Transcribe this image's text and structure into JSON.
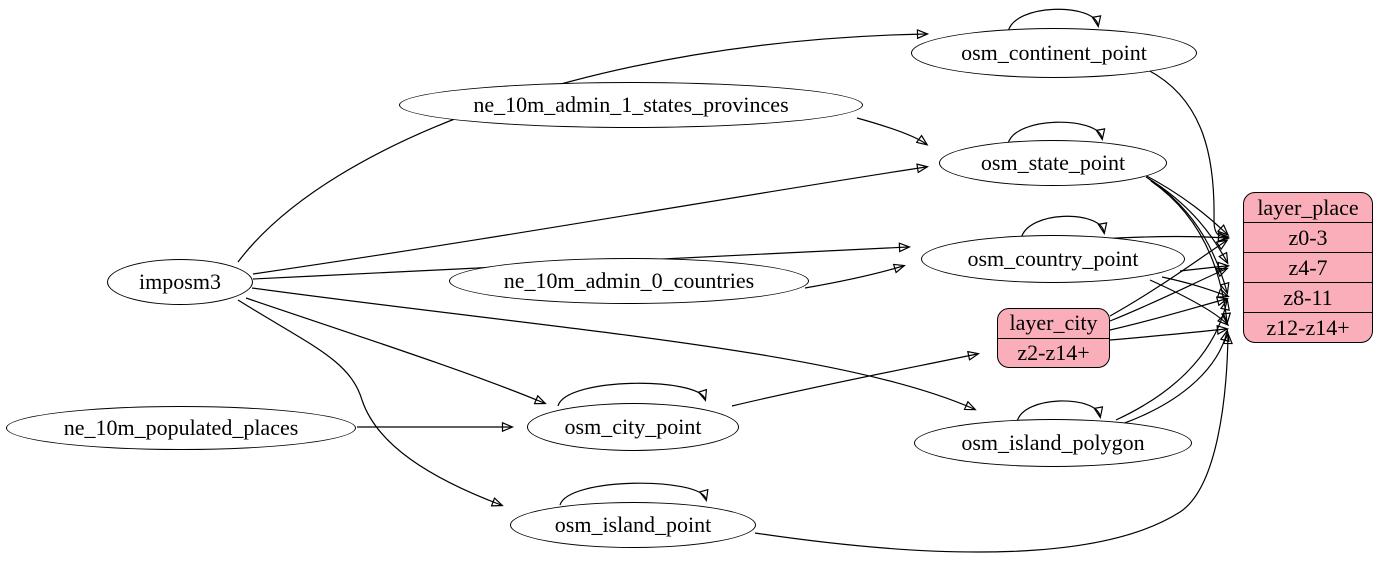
{
  "diagram": {
    "kind": "etl-mapping-graph",
    "colors": {
      "background": "#ffffff",
      "node_fill": "#ffffff",
      "node_stroke": "#000000",
      "record_fill": "#f9aeb9",
      "edge": "#000000"
    },
    "nodes": {
      "imposm3": {
        "label": "imposm3",
        "shape": "ellipse"
      },
      "ne_10m_admin_1_states_provinces": {
        "label": "ne_10m_admin_1_states_provinces",
        "shape": "ellipse"
      },
      "ne_10m_admin_0_countries": {
        "label": "ne_10m_admin_0_countries",
        "shape": "ellipse"
      },
      "ne_10m_populated_places": {
        "label": "ne_10m_populated_places",
        "shape": "ellipse"
      },
      "osm_continent_point": {
        "label": "osm_continent_point",
        "shape": "ellipse",
        "self_loop": true
      },
      "osm_state_point": {
        "label": "osm_state_point",
        "shape": "ellipse",
        "self_loop": true
      },
      "osm_country_point": {
        "label": "osm_country_point",
        "shape": "ellipse",
        "self_loop": true
      },
      "osm_city_point": {
        "label": "osm_city_point",
        "shape": "ellipse",
        "self_loop": true
      },
      "osm_island_polygon": {
        "label": "osm_island_polygon",
        "shape": "ellipse",
        "self_loop": true
      },
      "osm_island_point": {
        "label": "osm_island_point",
        "shape": "ellipse",
        "self_loop": true
      },
      "layer_city": {
        "label": "layer_city",
        "shape": "record",
        "rows": [
          "z2-z14+"
        ]
      },
      "layer_place": {
        "label": "layer_place",
        "shape": "record",
        "rows": [
          "z0-3",
          "z4-7",
          "z8-11",
          "z12-z14+"
        ]
      }
    },
    "edges": [
      {
        "from": "imposm3",
        "to": "osm_continent_point"
      },
      {
        "from": "imposm3",
        "to": "osm_state_point"
      },
      {
        "from": "imposm3",
        "to": "osm_country_point"
      },
      {
        "from": "imposm3",
        "to": "osm_city_point"
      },
      {
        "from": "imposm3",
        "to": "osm_island_polygon"
      },
      {
        "from": "imposm3",
        "to": "osm_island_point"
      },
      {
        "from": "ne_10m_admin_1_states_provinces",
        "to": "osm_state_point"
      },
      {
        "from": "ne_10m_admin_0_countries",
        "to": "osm_country_point"
      },
      {
        "from": "ne_10m_populated_places",
        "to": "osm_city_point"
      },
      {
        "from": "osm_continent_point",
        "to": "osm_continent_point"
      },
      {
        "from": "osm_state_point",
        "to": "osm_state_point"
      },
      {
        "from": "osm_country_point",
        "to": "osm_country_point"
      },
      {
        "from": "osm_city_point",
        "to": "osm_city_point"
      },
      {
        "from": "osm_island_polygon",
        "to": "osm_island_polygon"
      },
      {
        "from": "osm_island_point",
        "to": "osm_island_point"
      },
      {
        "from": "osm_city_point",
        "to": "layer_city",
        "row": "z2-z14+"
      },
      {
        "from": "osm_continent_point",
        "to": "layer_place",
        "row": "z0-3"
      },
      {
        "from": "osm_state_point",
        "to": "layer_place",
        "row": "z0-3"
      },
      {
        "from": "osm_state_point",
        "to": "layer_place",
        "row": "z4-7"
      },
      {
        "from": "osm_state_point",
        "to": "layer_place",
        "row": "z8-11"
      },
      {
        "from": "osm_state_point",
        "to": "layer_place",
        "row": "z12-z14+"
      },
      {
        "from": "osm_country_point",
        "to": "layer_place",
        "row": "z0-3"
      },
      {
        "from": "osm_country_point",
        "to": "layer_place",
        "row": "z4-7"
      },
      {
        "from": "osm_country_point",
        "to": "layer_place",
        "row": "z8-11"
      },
      {
        "from": "osm_country_point",
        "to": "layer_place",
        "row": "z12-z14+"
      },
      {
        "from": "osm_island_polygon",
        "to": "layer_place",
        "row": "z8-11"
      },
      {
        "from": "osm_island_polygon",
        "to": "layer_place",
        "row": "z12-z14+"
      },
      {
        "from": "osm_island_point",
        "to": "layer_place",
        "row": "z12-z14+"
      },
      {
        "from": "layer_city",
        "to": "layer_place",
        "row": "z0-3"
      },
      {
        "from": "layer_city",
        "to": "layer_place",
        "row": "z4-7"
      },
      {
        "from": "layer_city",
        "to": "layer_place",
        "row": "z8-11"
      },
      {
        "from": "layer_city",
        "to": "layer_place",
        "row": "z12-z14+"
      }
    ]
  }
}
